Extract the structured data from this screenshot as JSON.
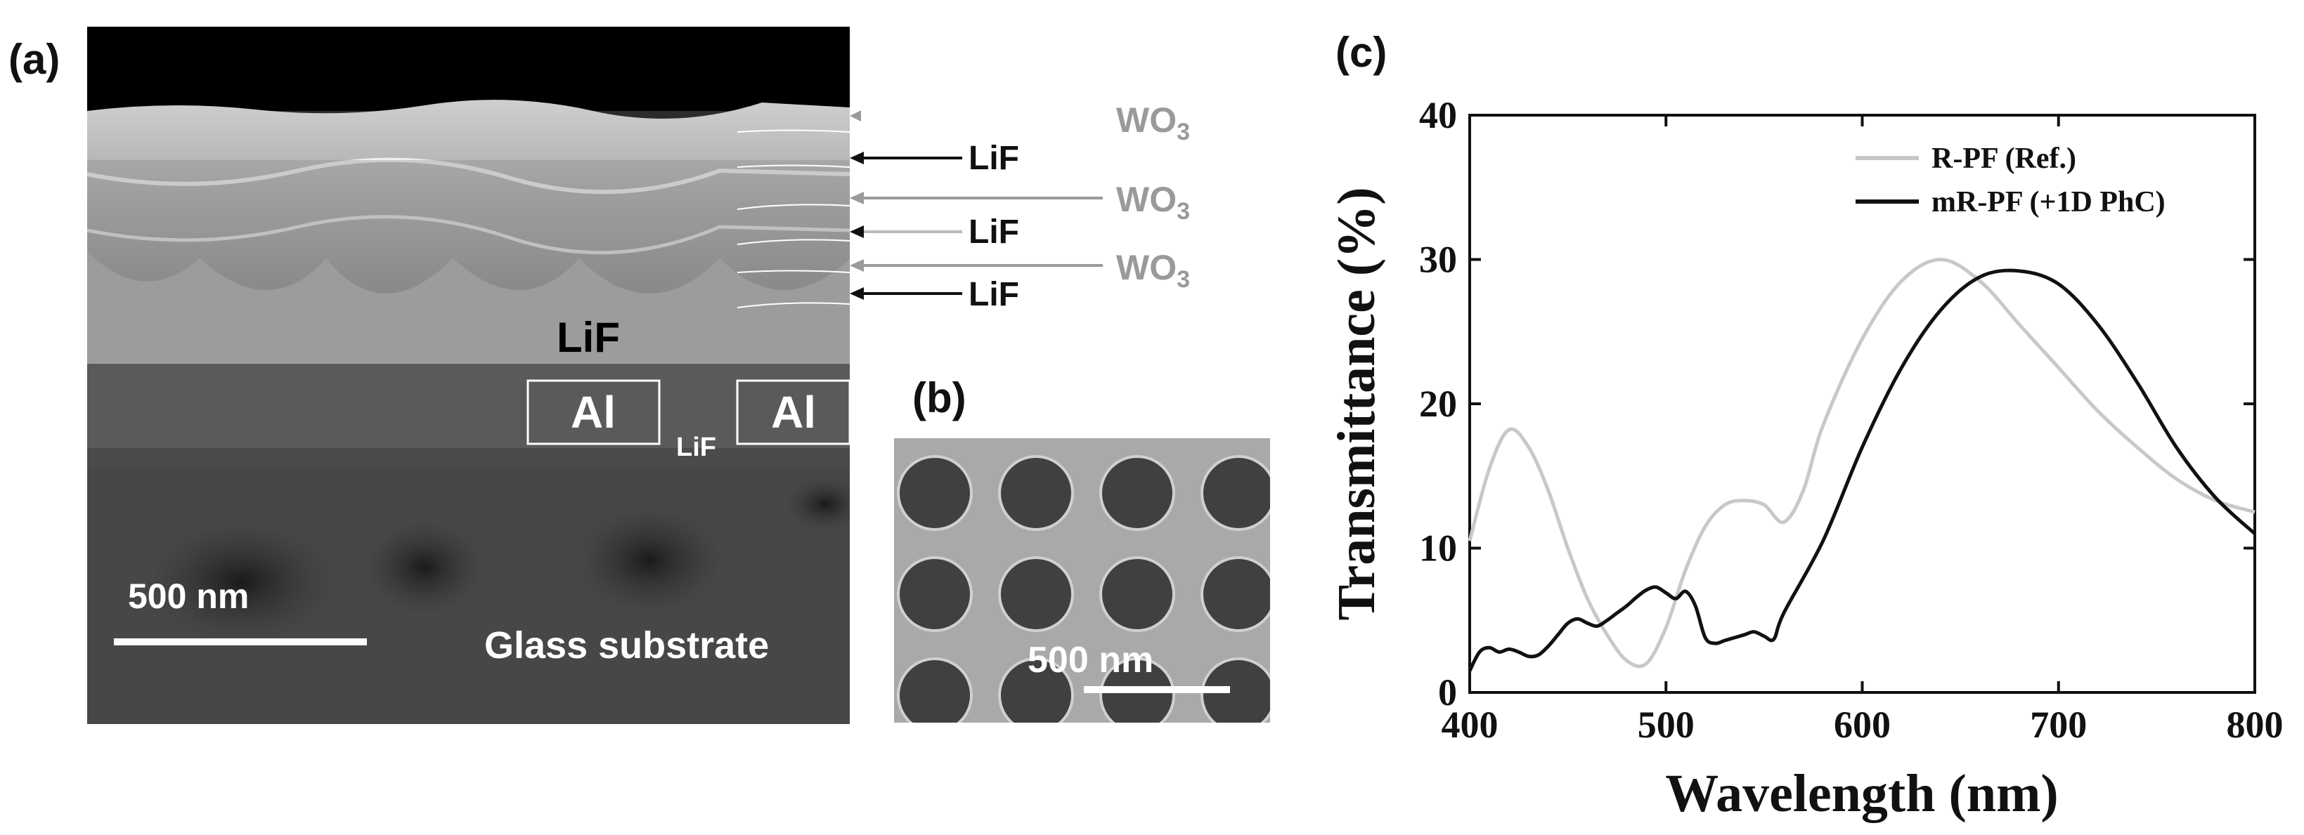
{
  "panel_a": {
    "label": "(a)",
    "layers": [
      {
        "text": "WO",
        "sub": "3",
        "color": "#9a9a9a"
      },
      {
        "text": "LiF",
        "sub": "",
        "color": "#111111"
      },
      {
        "text": "WO",
        "sub": "3",
        "color": "#9a9a9a"
      },
      {
        "text": "LiF",
        "sub": "",
        "color": "#111111"
      },
      {
        "text": "WO",
        "sub": "3",
        "color": "#9a9a9a"
      },
      {
        "text": "LiF",
        "sub": "",
        "color": "#111111"
      }
    ],
    "lif_main": "LiF",
    "al_left": "Al",
    "al_right": "Al",
    "lif_small": "LiF",
    "scale_text": "500 nm",
    "substrate_text": "Glass substrate"
  },
  "panel_b": {
    "label": "(b)",
    "scale_text": "500 nm"
  },
  "panel_c": {
    "label": "(c)"
  },
  "chart_data": {
    "type": "line",
    "xlabel": "Wavelength (nm)",
    "ylabel": "Transmittance (%)",
    "xlim": [
      400,
      800
    ],
    "ylim": [
      0,
      40
    ],
    "xticks": [
      400,
      500,
      600,
      700,
      800
    ],
    "yticks": [
      0,
      10,
      20,
      30,
      40
    ],
    "legend_position": "top-right",
    "series": [
      {
        "name": "R-PF (Ref.)",
        "color": "#c8c8c8",
        "x": [
          400,
          410,
          420,
          430,
          440,
          450,
          460,
          470,
          480,
          490,
          500,
          510,
          520,
          530,
          540,
          550,
          560,
          570,
          580,
          600,
          620,
          640,
          660,
          680,
          700,
          720,
          740,
          760,
          780,
          800
        ],
        "y": [
          10.5,
          15.5,
          18.2,
          17,
          14,
          10,
          6.5,
          4,
          2.2,
          2.0,
          4.5,
          8.5,
          11.5,
          13,
          13.3,
          13,
          11.8,
          14,
          18.5,
          24.5,
          28.5,
          30,
          28.5,
          25.5,
          22.5,
          19.5,
          17,
          14.8,
          13.3,
          12.5
        ]
      },
      {
        "name": "mR-PF (+1D PhC)",
        "color": "#111111",
        "x": [
          400,
          405,
          410,
          415,
          420,
          425,
          430,
          435,
          440,
          445,
          450,
          455,
          460,
          465,
          470,
          475,
          480,
          485,
          490,
          495,
          500,
          505,
          510,
          515,
          520,
          525,
          530,
          535,
          540,
          545,
          550,
          555,
          560,
          580,
          600,
          620,
          640,
          660,
          680,
          700,
          720,
          740,
          760,
          780,
          800
        ],
        "y": [
          1.5,
          2.8,
          3.1,
          2.8,
          3.0,
          2.8,
          2.5,
          2.6,
          3.2,
          4.0,
          4.8,
          5.1,
          4.8,
          4.6,
          5.0,
          5.5,
          6.0,
          6.6,
          7.1,
          7.3,
          6.9,
          6.5,
          7.0,
          6.0,
          3.8,
          3.4,
          3.6,
          3.8,
          4.0,
          4.2,
          3.9,
          3.7,
          5.5,
          10.5,
          17,
          22.5,
          26.5,
          28.8,
          29.2,
          28.3,
          25.5,
          21.5,
          17,
          13.5,
          11
        ]
      }
    ]
  }
}
